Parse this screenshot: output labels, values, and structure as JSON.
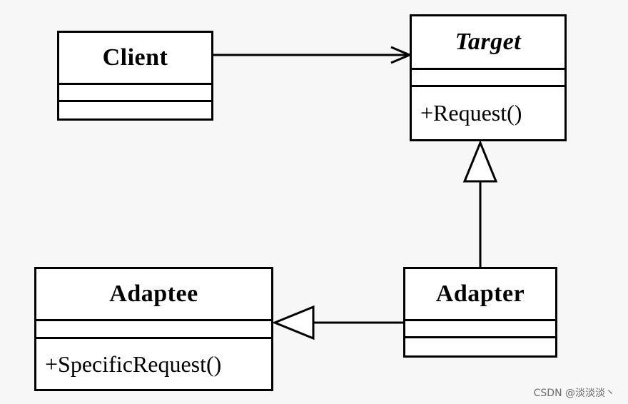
{
  "diagram": {
    "classes": {
      "client": {
        "name": "Client",
        "operations": []
      },
      "target": {
        "name": "Target",
        "operations": [
          "+Request()"
        ]
      },
      "adaptee": {
        "name": "Adaptee",
        "operations": [
          "+SpecificRequest()"
        ]
      },
      "adapter": {
        "name": "Adapter",
        "operations": []
      }
    },
    "relations": [
      {
        "from": "Client",
        "to": "Target",
        "kind": "association"
      },
      {
        "from": "Adapter",
        "to": "Target",
        "kind": "generalization"
      },
      {
        "from": "Adapter",
        "to": "Adaptee",
        "kind": "generalization"
      }
    ]
  },
  "watermark": "CSDN @淡淡淡丶"
}
